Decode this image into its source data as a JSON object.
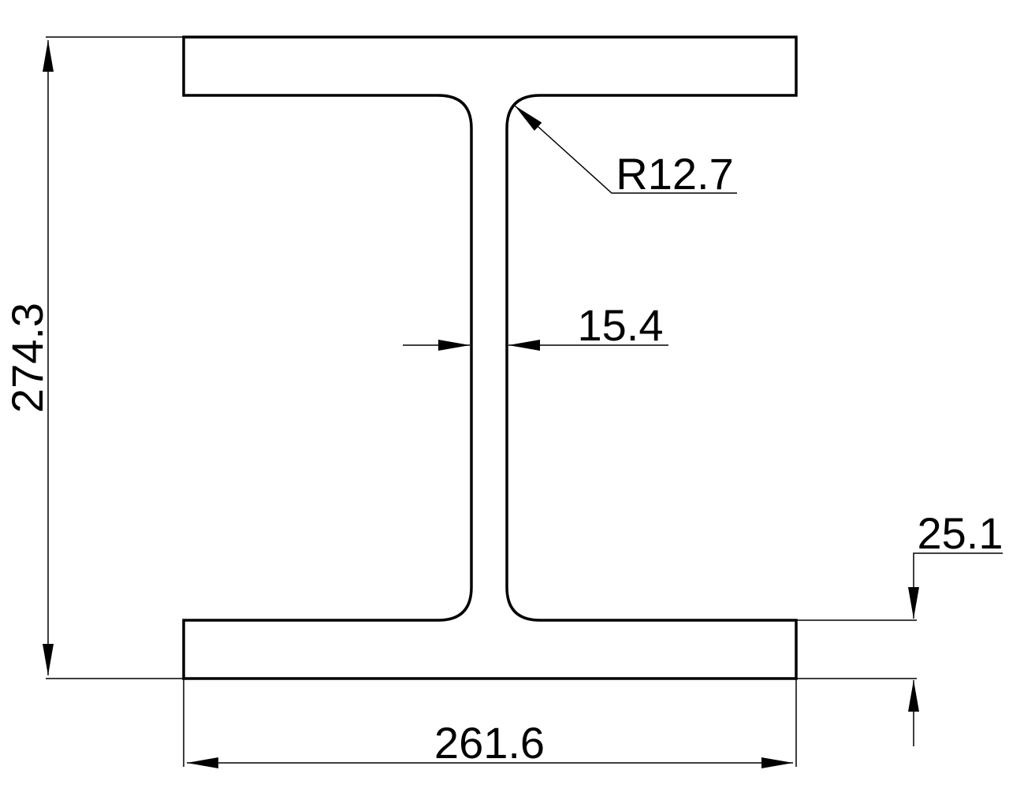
{
  "drawing": {
    "subject": "I-beam cross-section",
    "colors": {
      "line": "#000000",
      "background": "#ffffff"
    },
    "dimensions": {
      "overall_height": {
        "label": "274.3",
        "orientation": "vertical"
      },
      "flange_width": {
        "label": "261.6",
        "orientation": "horizontal"
      },
      "web_thickness": {
        "label": "15.4",
        "orientation": "horizontal"
      },
      "flange_thickness": {
        "label": "25.1",
        "orientation": "vertical"
      },
      "fillet_radius": {
        "label": "R12.7",
        "orientation": "leader"
      }
    }
  }
}
